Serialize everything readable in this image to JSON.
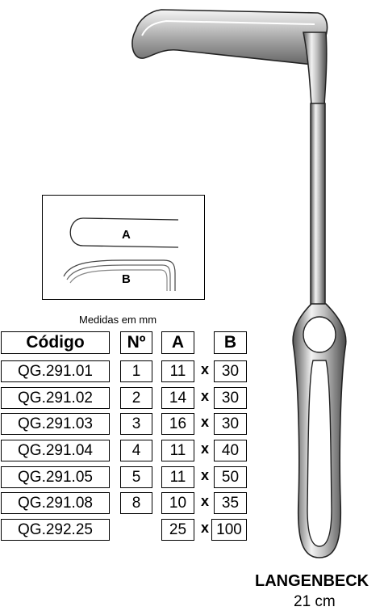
{
  "detail": {
    "label_a": "A",
    "label_b": "B"
  },
  "measure_note": "Medidas em mm",
  "table": {
    "headers": {
      "code": "Código",
      "num": "Nº",
      "a": "A",
      "b": "B"
    },
    "separator": "x",
    "rows": [
      {
        "code": "QG.291.01",
        "num": "1",
        "a": "11",
        "b": "30"
      },
      {
        "code": "QG.291.02",
        "num": "2",
        "a": "14",
        "b": "30"
      },
      {
        "code": "QG.291.03",
        "num": "3",
        "a": "16",
        "b": "30"
      },
      {
        "code": "QG.291.04",
        "num": "4",
        "a": "11",
        "b": "40"
      },
      {
        "code": "QG.291.05",
        "num": "5",
        "a": "11",
        "b": "50"
      },
      {
        "code": "QG.291.08",
        "num": "8",
        "a": "10",
        "b": "35"
      },
      {
        "code": "QG.292.25",
        "num": "",
        "a": "25",
        "b": "100"
      }
    ]
  },
  "product": {
    "name": "LANGENBECK",
    "size": "21 cm"
  }
}
